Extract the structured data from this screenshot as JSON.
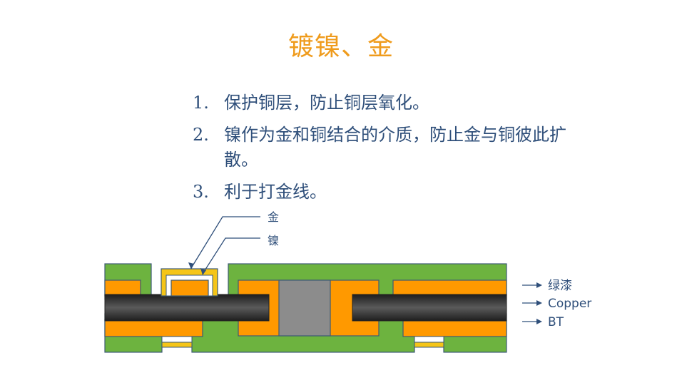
{
  "title": "镀镍、金",
  "list": [
    {
      "num": "1.",
      "text": "保护铜层，防止铜层氧化。"
    },
    {
      "num": "2.",
      "text": "镍作为金和铜结合的介质，防止金与铜彼此扩散。"
    },
    {
      "num": "3.",
      "text": "利于打金线。"
    }
  ],
  "diagram": {
    "callouts": {
      "gold": "金",
      "nickel": "镍"
    },
    "legend": [
      {
        "label": "绿漆",
        "layer": "solder-mask",
        "color": "#6db33f"
      },
      {
        "label": "Copper",
        "layer": "copper",
        "color": "#ff9900"
      },
      {
        "label": "BT",
        "layer": "bt-core",
        "color": "#3a3a3a"
      }
    ],
    "colors": {
      "gold": "#f5c518",
      "nickel": "#ffffff",
      "via_fill": "#8c8c8c",
      "outline": "#3d5a73"
    }
  }
}
